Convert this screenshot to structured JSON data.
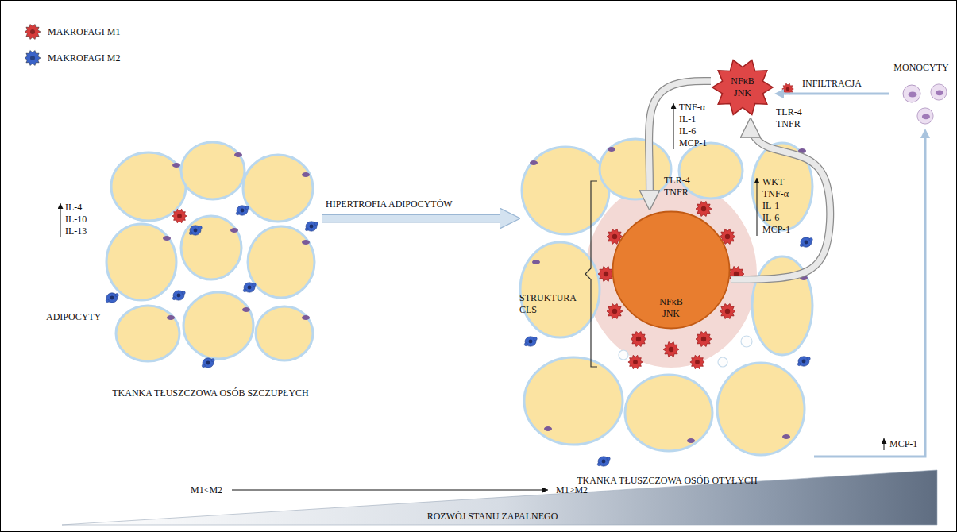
{
  "diagram": {
    "nodes": [
      {
        "text": [
          "TKANKA TŁUSZCZOWA OSÓB SZCZUPŁYCH"
        ]
      },
      {
        "text": [
          "TKANKA TŁUSZCZOWA OSÓB OTYŁYCH"
        ]
      },
      {
        "text": [
          "NFκB JNK"
        ],
        "in": 1
      },
      {
        "text": [
          "NFκB JNK",
          "TLR-4 TNFR"
        ]
      },
      {
        "text": [
          "MONOCYTY"
        ]
      }
    ],
    "edges": [
      {
        "from": 0,
        "to": 1,
        "arrow": "to",
        "label": "HIPERTROFIA ADIPOCYTÓW"
      },
      {
        "from": 4,
        "to": 3,
        "arrow": "to",
        "label": "INFILTRACJA"
      },
      {
        "from": 1,
        "to": 4,
        "arrow": "to",
        "label": "MCP-1"
      },
      {
        "from": 3,
        "to": 2,
        "arrow": "to"
      },
      {
        "from": 2,
        "to": 3,
        "arrow": "to"
      }
    ],
    "labels": [
      "IL-4",
      "IL-10",
      "IL-13",
      "ADIPOCYTY",
      "STRUKTURA CLS",
      "TLR-4",
      "TNFR",
      "TNF-α",
      "IL-1",
      "IL-6",
      "MCP-1",
      "WKT",
      "TNF-α",
      "IL-1",
      "IL-6",
      "MCP-1",
      "M1<M2",
      "M1>M2",
      "ROZWÓJ STANU ZAPALNEGO"
    ],
    "legend": [
      {
        "text": "MAKROFAGI M1",
        "color": "#d63b3b"
      },
      {
        "text": "MAKROFAGI M2",
        "color": "#3b63c8"
      }
    ]
  }
}
